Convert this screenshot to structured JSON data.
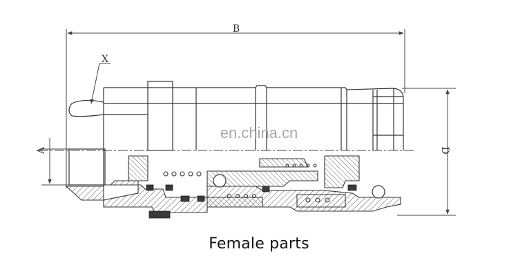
{
  "diagram": {
    "dimension_labels": {
      "length": "B",
      "diameter": "D",
      "half_height": "A",
      "detail": "X"
    },
    "watermark": "en.china.cn",
    "caption": "Female parts"
  }
}
